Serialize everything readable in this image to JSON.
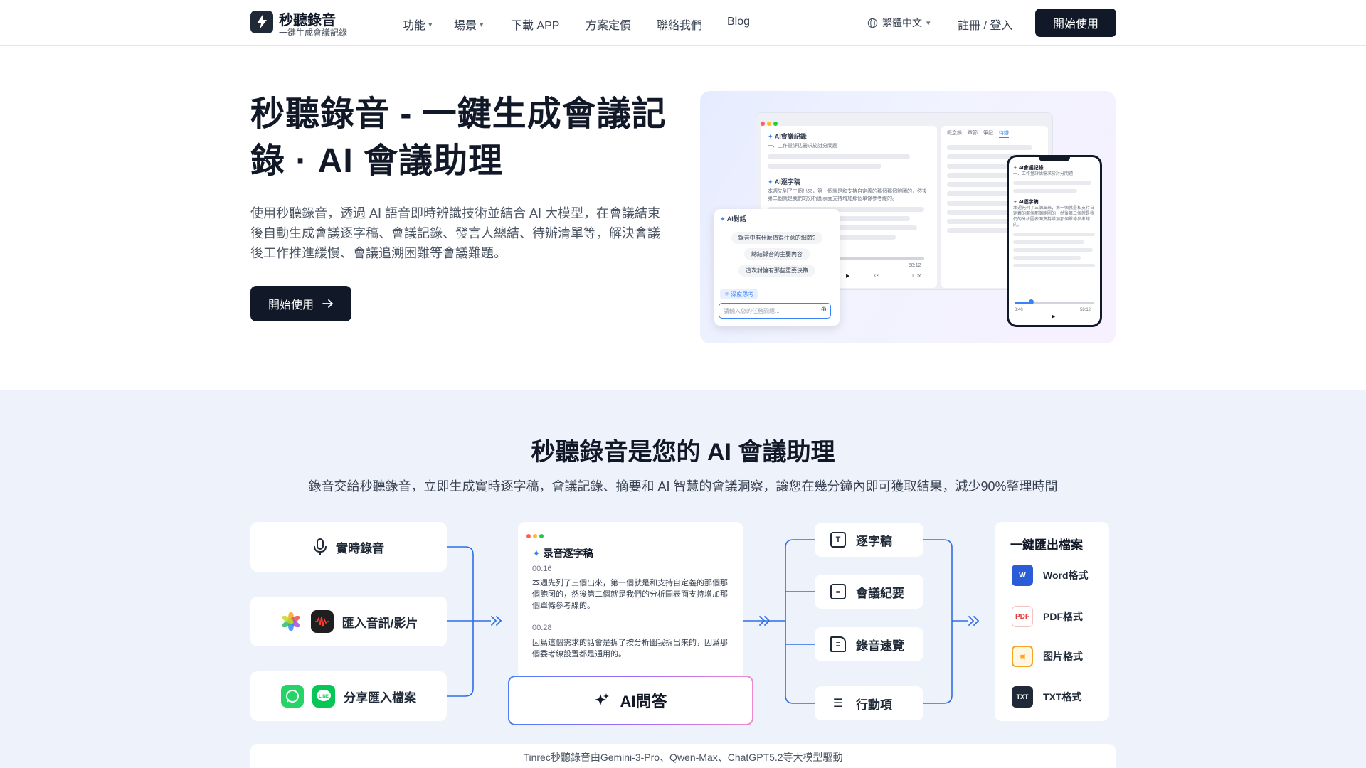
{
  "nav": {
    "brand": "秒聽錄音",
    "tagline": "一鍵生成會議記錄",
    "items": [
      {
        "label": "功能",
        "dropdown": true
      },
      {
        "label": "場景",
        "dropdown": true
      },
      {
        "label": "下載 APP"
      },
      {
        "label": "方案定價"
      },
      {
        "label": "聯絡我們"
      },
      {
        "label": "Blog"
      }
    ],
    "language": "繁體中文",
    "login": "註冊 / 登入",
    "start": "開始使用"
  },
  "hero": {
    "title": "秒聽錄音 - 一鍵生成會議記錄 · AI 會議助理",
    "description": "使用秒聽錄音，透過 AI 語音即時辨識技術並結合 AI 大模型，在會議結束後自動生成會議逐字稿、會議記錄、發言人總結、待辦清單等，解決會議後工作推進緩慢、會議追溯困難等會議難題。",
    "cta": "開始使用",
    "mockup": {
      "minutes_title": "AI會議記錄",
      "minutes_line": "一、工作量評估需求於討分問題",
      "transcript_title": "AI逐字稿",
      "transcript_text": "本週先列了三個出來，第一個就是和支持自定義的那個那個飽圖的，然後第二個就是我們的分析圖表面支持增加那個單條參考線的。",
      "tabs": [
        "概念錄",
        "章節",
        "筆記",
        "待辦"
      ],
      "time_end": "58:12",
      "speed": "1.0x",
      "chat_title": "AI對話",
      "chat_pills": [
        "錄音中有什麼值得注意的細節?",
        "總結錄音的主要內容",
        "這次討論有那些重要決策"
      ],
      "deep_think": "深度思考",
      "chat_placeholder": "請輸入您的任務問題...",
      "phone_minutes_title": "AI會議記錄",
      "phone_minutes_line": "一、工作量評估需求於討分問題",
      "phone_transcript_title": "AI逐字稿",
      "phone_transcript_text": "本週先列了三個出來，第一個就是和支持自定義的那個那個飽圖的，然後第二個就是我們的分析圖表面支持增加那個單條參考線的。",
      "phone_time_start": "8:40",
      "phone_time_end": "58:12"
    }
  },
  "section": {
    "title": "秒聽錄音是您的 AI 會議助理",
    "subtitle": "錄音交給秒聽錄音，立即生成實時逐字稿，會議記錄、摘要和 AI 智慧的會議洞察，讓您在幾分鐘內即可獲取結果，減少90%整理時間",
    "sources": [
      {
        "label": "實時錄音",
        "icon": "microphone-icon"
      },
      {
        "label": "匯入音訊/影片",
        "icon": "photos-app-icon"
      },
      {
        "label": "分享匯入檔案",
        "icon": "whatsapp-icon"
      }
    ],
    "transcript_card": {
      "title": "录音逐字稿",
      "entries": [
        {
          "time": "00:16",
          "text": "本週先列了三個出來，第一個就是和支持自定義的那個那個飽图的，然後第二個就是我們的分析圖表面支持增加那個單條參考線的。"
        },
        {
          "time": "00:28",
          "text": "因爲這個需求的話會是拆了按分析圖我拆出来的，因爲那個委考線設置都是通用的。"
        }
      ]
    },
    "ai_answer": "AI問答",
    "outputs": [
      {
        "label": "逐字稿",
        "icon": "text-doc-icon"
      },
      {
        "label": "會議紀要",
        "icon": "notes-icon"
      },
      {
        "label": "錄音速覽",
        "icon": "document-icon"
      },
      {
        "label": "行動項",
        "icon": "checklist-icon"
      }
    ],
    "export": {
      "title": "一鍵匯出檔案",
      "formats": [
        {
          "label": "Word格式",
          "icon": "word-icon",
          "color": "#2b5cd8"
        },
        {
          "label": "PDF格式",
          "icon": "pdf-icon",
          "color": "#e53935"
        },
        {
          "label": "图片格式",
          "icon": "image-file-icon",
          "color": "#f5a623"
        },
        {
          "label": "TXT格式",
          "icon": "txt-file-icon",
          "color": "#1f2937"
        }
      ]
    },
    "powered_by": "Tinrec秒聽錄音由Gemini-3-Pro、Qwen-Max、ChatGPT5.2等大模型驅動"
  }
}
